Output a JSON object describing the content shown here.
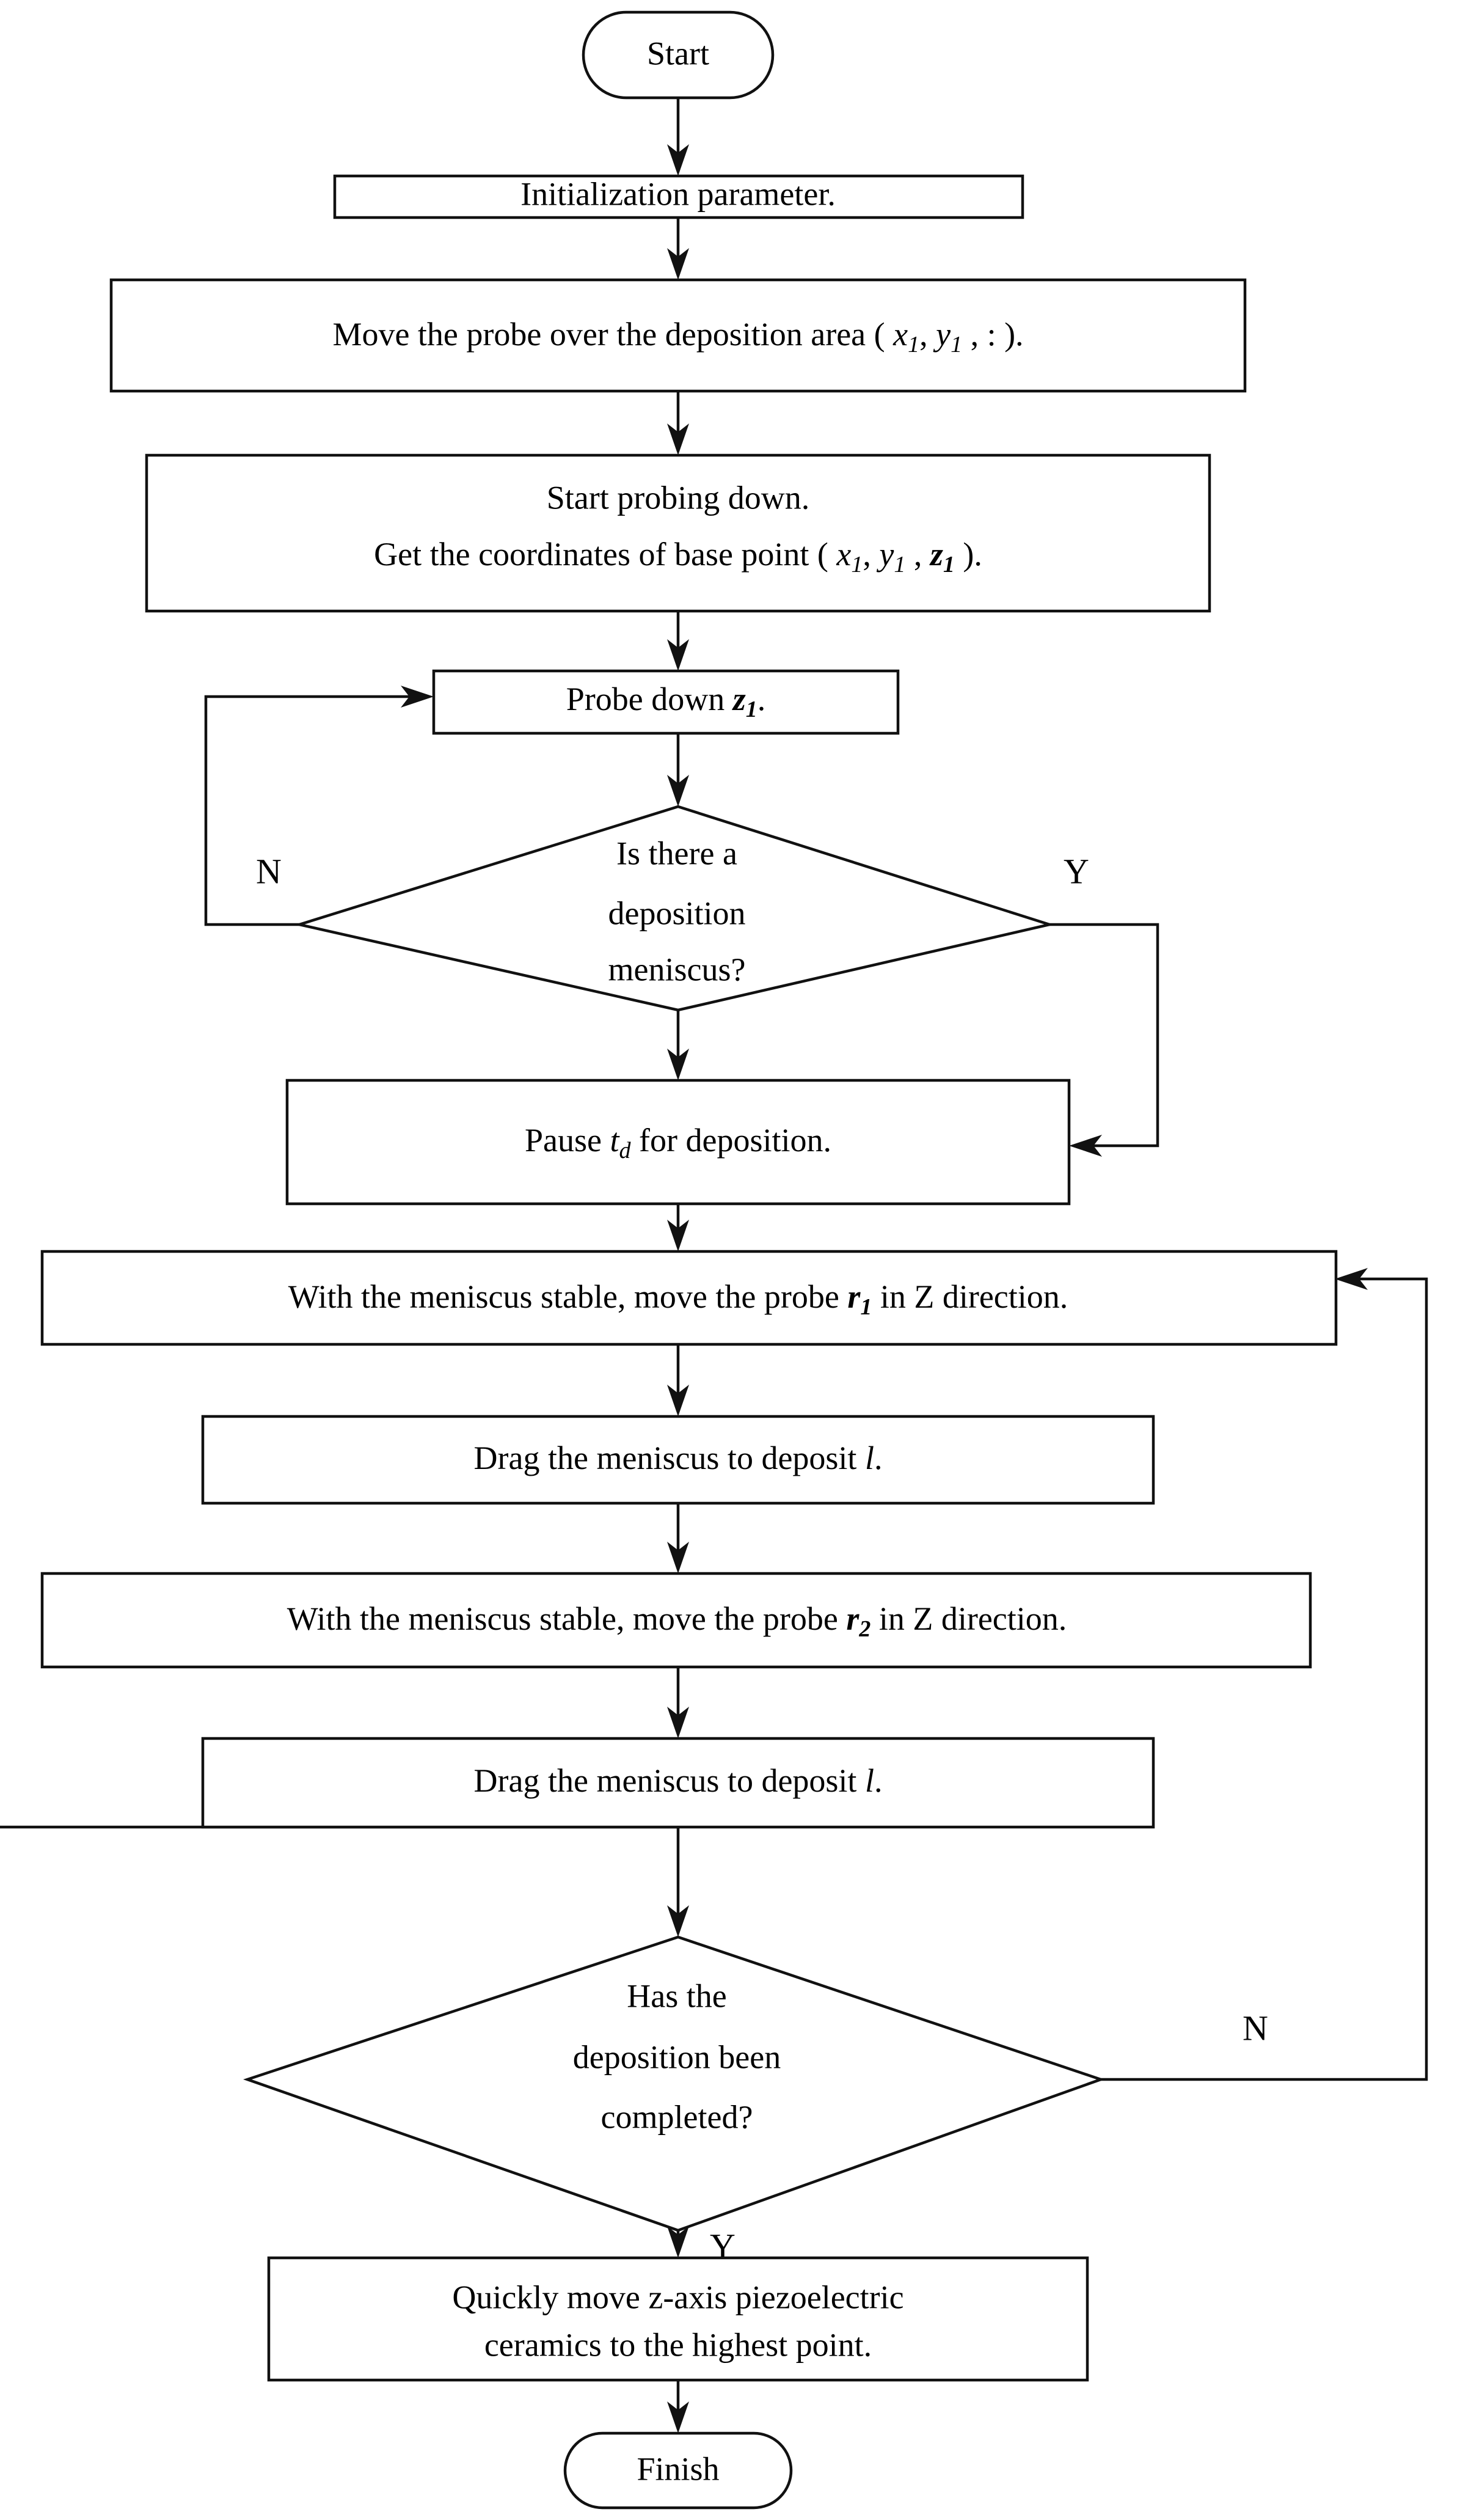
{
  "diagram": {
    "title": "Deposition probe control flowchart",
    "orientation": "top-to-bottom",
    "line_color": "#111111",
    "fill_color": "#ffffff",
    "text_color": "#000000"
  },
  "nodes": {
    "start": {
      "shape": "terminator",
      "label": "Start"
    },
    "init": {
      "shape": "process",
      "label": "Initialization parameter."
    },
    "move_probe": {
      "shape": "process",
      "label_prefix": "Move the probe over the deposition area ( ",
      "var1": "x",
      "sub1": "1",
      "mid1": ", ",
      "var2": "y",
      "sub2": "1",
      "mid2": " , : ).",
      "label_plain": "Move the probe over the deposition area ( x1, y1 , : )."
    },
    "probing": {
      "shape": "process",
      "line1": "Start probing down.",
      "line2_prefix": "Get the coordinates of base point ( ",
      "var1": "x",
      "sub1": "1",
      "mid1": ", ",
      "var2": "y",
      "sub2": "1",
      "mid2": " , ",
      "var3": "z",
      "sub3": "1",
      "mid3": " ).",
      "line2_plain": "Get the coordinates of base point ( x1, y1 , z1 )."
    },
    "probe_down": {
      "shape": "process",
      "prefix": "Probe down ",
      "var1": "z",
      "sub1": "1",
      "suffix": ".",
      "label_plain": "Probe down z1."
    },
    "decision_meniscus": {
      "shape": "decision",
      "line1": "Is there a",
      "line2": "deposition",
      "line3": "meniscus?",
      "label_plain": "Is there a deposition meniscus?"
    },
    "pause": {
      "shape": "process",
      "prefix": "Pause ",
      "var1": "t",
      "sub1": "d",
      "suffix": " for deposition.",
      "label_plain": "Pause td for deposition."
    },
    "move_r1": {
      "shape": "process",
      "prefix": "With the meniscus stable, move the probe ",
      "var1": "r",
      "sub1": "1",
      "suffix": " in Z direction.",
      "label_plain": "With the meniscus stable, move the probe r1 in Z direction."
    },
    "drag_1": {
      "shape": "process",
      "prefix": "Drag the meniscus to deposit ",
      "var1": "l",
      "suffix": ".",
      "label_plain": "Drag the meniscus to deposit l."
    },
    "move_r2": {
      "shape": "process",
      "prefix": "With the meniscus stable, move the probe ",
      "var1": "r",
      "sub1": "2",
      "suffix": " in Z direction.",
      "label_plain": "With the meniscus stable, move the probe r2 in Z direction."
    },
    "drag_2": {
      "shape": "process",
      "prefix": "Drag the meniscus to deposit ",
      "var1": "l",
      "suffix": ".",
      "label_plain": "Drag the meniscus to deposit l."
    },
    "decision_complete": {
      "shape": "decision",
      "line1": "Has the",
      "line2": "deposition been",
      "line3": "completed?",
      "label_plain": "Has the deposition been completed?"
    },
    "retract": {
      "shape": "process",
      "line1": "Quickly move z-axis piezoelectric",
      "line2": "ceramics to the highest point."
    },
    "finish": {
      "shape": "terminator",
      "label": "Finish"
    }
  },
  "branch_labels": {
    "meniscus_no": "N",
    "meniscus_yes": "Y",
    "complete_no": "N",
    "complete_yes": "Y"
  },
  "edges": [
    {
      "from": "start",
      "to": "init",
      "label": ""
    },
    {
      "from": "init",
      "to": "move_probe",
      "label": ""
    },
    {
      "from": "move_probe",
      "to": "probing",
      "label": ""
    },
    {
      "from": "probing",
      "to": "probe_down",
      "label": ""
    },
    {
      "from": "probe_down",
      "to": "decision_meniscus",
      "label": ""
    },
    {
      "from": "decision_meniscus",
      "to": "probe_down",
      "label": "N"
    },
    {
      "from": "decision_meniscus",
      "to": "pause",
      "label": "Y"
    },
    {
      "from": "decision_meniscus",
      "to": "pause",
      "label": ""
    },
    {
      "from": "pause",
      "to": "move_r1",
      "label": ""
    },
    {
      "from": "move_r1",
      "to": "drag_1",
      "label": ""
    },
    {
      "from": "drag_1",
      "to": "move_r2",
      "label": ""
    },
    {
      "from": "move_r2",
      "to": "drag_2",
      "label": ""
    },
    {
      "from": "drag_2",
      "to": "decision_complete",
      "label": ""
    },
    {
      "from": "decision_complete",
      "to": "move_r1",
      "label": "N"
    },
    {
      "from": "decision_complete",
      "to": "retract",
      "label": "Y"
    },
    {
      "from": "retract",
      "to": "finish",
      "label": ""
    }
  ]
}
